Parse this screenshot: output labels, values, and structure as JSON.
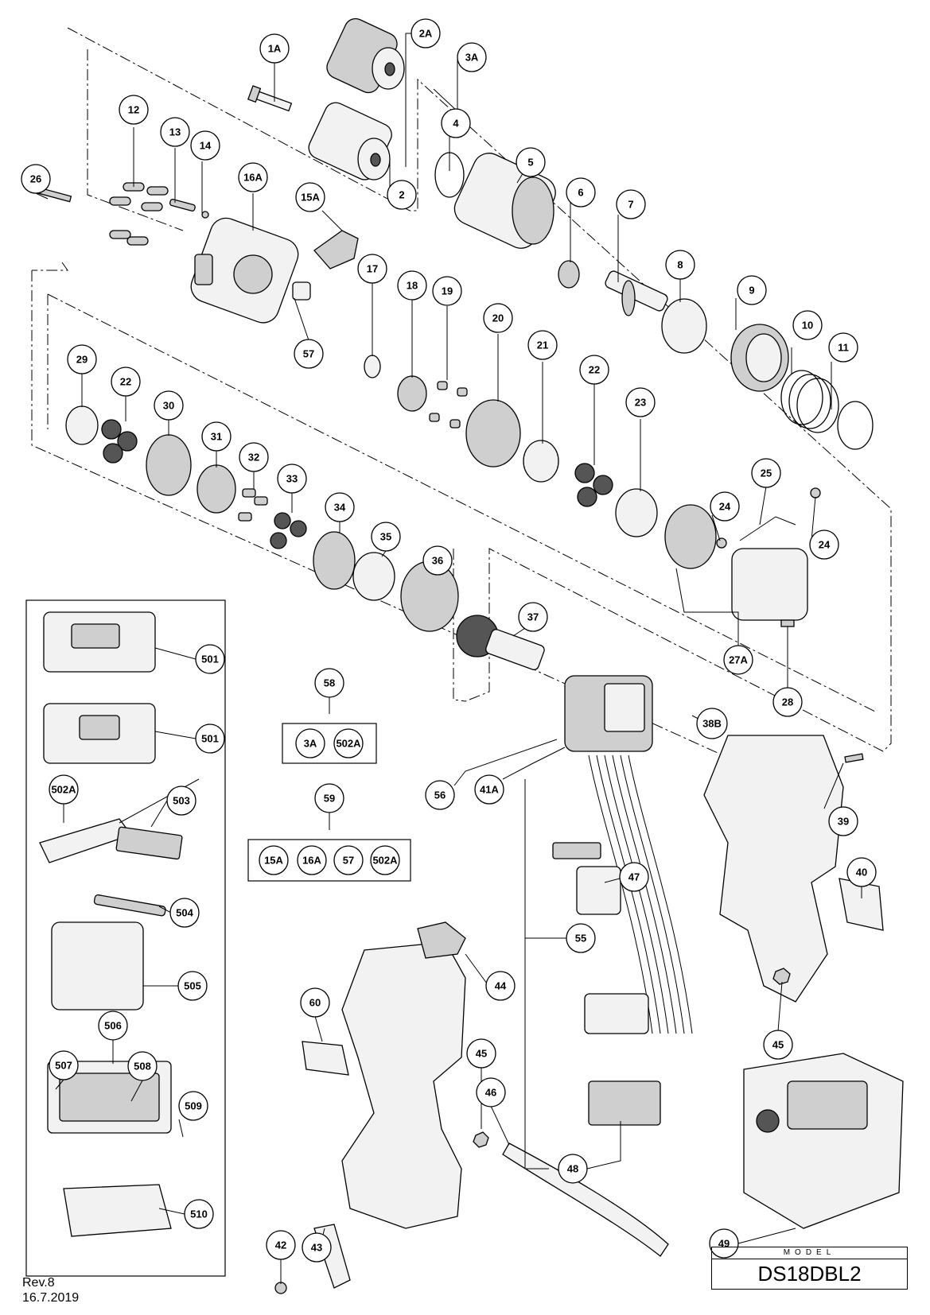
{
  "callouts": [
    {
      "id": "1A"
    },
    {
      "id": "2A"
    },
    {
      "id": "2"
    },
    {
      "id": "3A"
    },
    {
      "id": "4"
    },
    {
      "id": "5"
    },
    {
      "id": "6"
    },
    {
      "id": "7"
    },
    {
      "id": "8"
    },
    {
      "id": "9"
    },
    {
      "id": "10"
    },
    {
      "id": "11"
    },
    {
      "id": "12"
    },
    {
      "id": "13"
    },
    {
      "id": "14"
    },
    {
      "id": "16A"
    },
    {
      "id": "15A"
    },
    {
      "id": "17"
    },
    {
      "id": "18"
    },
    {
      "id": "19"
    },
    {
      "id": "20"
    },
    {
      "id": "21"
    },
    {
      "id": "22"
    },
    {
      "id": "23"
    },
    {
      "id": "24"
    },
    {
      "id": "25"
    },
    {
      "id": "24"
    },
    {
      "id": "26"
    },
    {
      "id": "57"
    },
    {
      "id": "29"
    },
    {
      "id": "22"
    },
    {
      "id": "30"
    },
    {
      "id": "31"
    },
    {
      "id": "32"
    },
    {
      "id": "33"
    },
    {
      "id": "34"
    },
    {
      "id": "35"
    },
    {
      "id": "36"
    },
    {
      "id": "37"
    },
    {
      "id": "27A"
    },
    {
      "id": "28"
    },
    {
      "id": "58"
    },
    {
      "id": "59"
    },
    {
      "id": "38B"
    },
    {
      "id": "56"
    },
    {
      "id": "41A"
    },
    {
      "id": "39"
    },
    {
      "id": "40"
    },
    {
      "id": "47"
    },
    {
      "id": "55"
    },
    {
      "id": "44"
    },
    {
      "id": "45"
    },
    {
      "id": "60"
    },
    {
      "id": "46"
    },
    {
      "id": "45"
    },
    {
      "id": "48"
    },
    {
      "id": "49"
    },
    {
      "id": "42"
    },
    {
      "id": "43"
    },
    {
      "id": "501"
    },
    {
      "id": "501"
    },
    {
      "id": "502A"
    },
    {
      "id": "503"
    },
    {
      "id": "504"
    },
    {
      "id": "505"
    },
    {
      "id": "506"
    },
    {
      "id": "507"
    },
    {
      "id": "508"
    },
    {
      "id": "509"
    },
    {
      "id": "510"
    }
  ],
  "kits": [
    {
      "id": "58",
      "members": [
        "3A",
        "502A"
      ]
    },
    {
      "id": "59",
      "members": [
        "15A",
        "16A",
        "57",
        "502A"
      ]
    }
  ],
  "revision": "Rev.8",
  "date": "16.7.2019",
  "model_caption": "MODEL",
  "model_name": "DS18DBL2"
}
